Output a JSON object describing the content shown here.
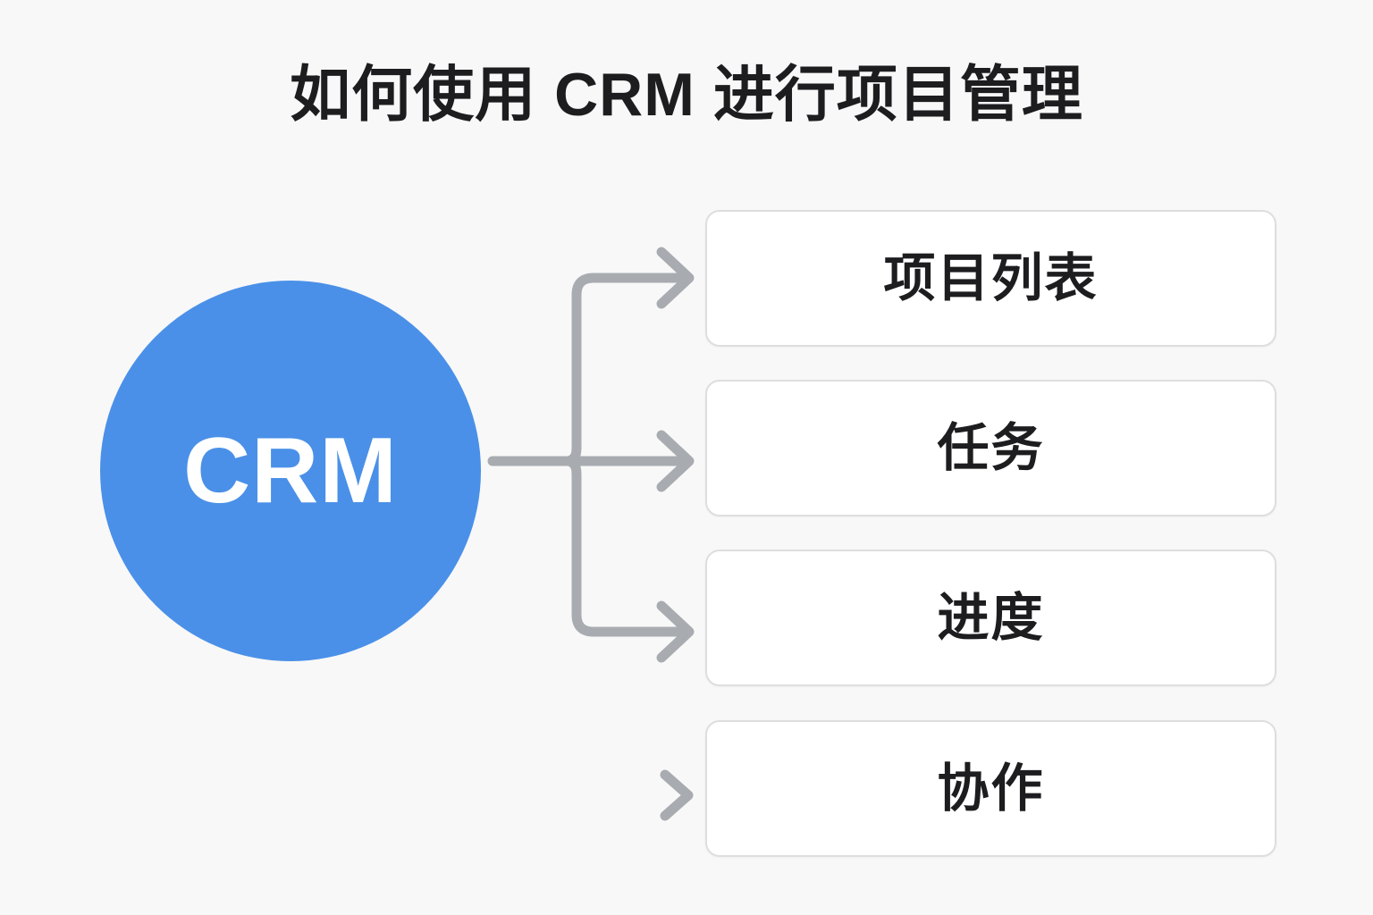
{
  "page": {
    "background_color": "#f8f8f8",
    "title": "如何使用 CRM 进行项目管理"
  },
  "hub": {
    "label": "CRM",
    "fill_color": "#4a90e8",
    "text_color": "#ffffff",
    "shape": "circle"
  },
  "connectors": {
    "line_color": "#a8abb0",
    "style": "orthogonal-rounded-with-arrowheads",
    "count": 4
  },
  "nodes": [
    {
      "label": "项目列表",
      "connector_icon": "arrow-right-icon"
    },
    {
      "label": "任务",
      "connector_icon": "arrow-right-icon"
    },
    {
      "label": "进度",
      "connector_icon": "arrow-right-icon"
    },
    {
      "label": "协作",
      "connector_icon": "chevron-right-icon"
    }
  ],
  "style": {
    "box_fill": "#ffffff",
    "box_border": "#dedede",
    "text_color": "#1d1d1f"
  }
}
